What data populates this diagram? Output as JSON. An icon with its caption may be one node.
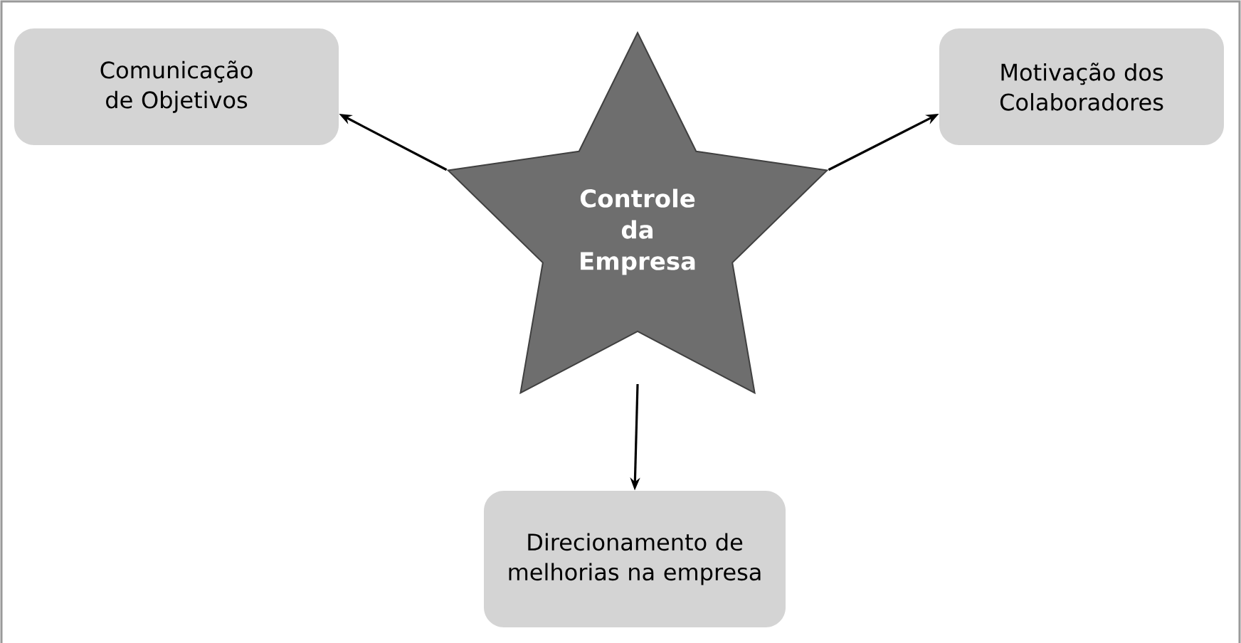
{
  "diagram": {
    "nodes": [
      {
        "text": [
          "Controle da Empresa"
        ]
      },
      {
        "text": [
          "Comunicação de Objetivos"
        ]
      },
      {
        "text": [
          "Motivação dos Colaboradores"
        ]
      },
      {
        "text": [
          "Direcionamento de melhorias na empresa"
        ]
      }
    ],
    "edges": [
      {
        "from": 0,
        "to": 1,
        "arrow": "to"
      },
      {
        "from": 0,
        "to": 2,
        "arrow": "to"
      },
      {
        "from": 0,
        "to": 3,
        "arrow": "to"
      }
    ]
  }
}
